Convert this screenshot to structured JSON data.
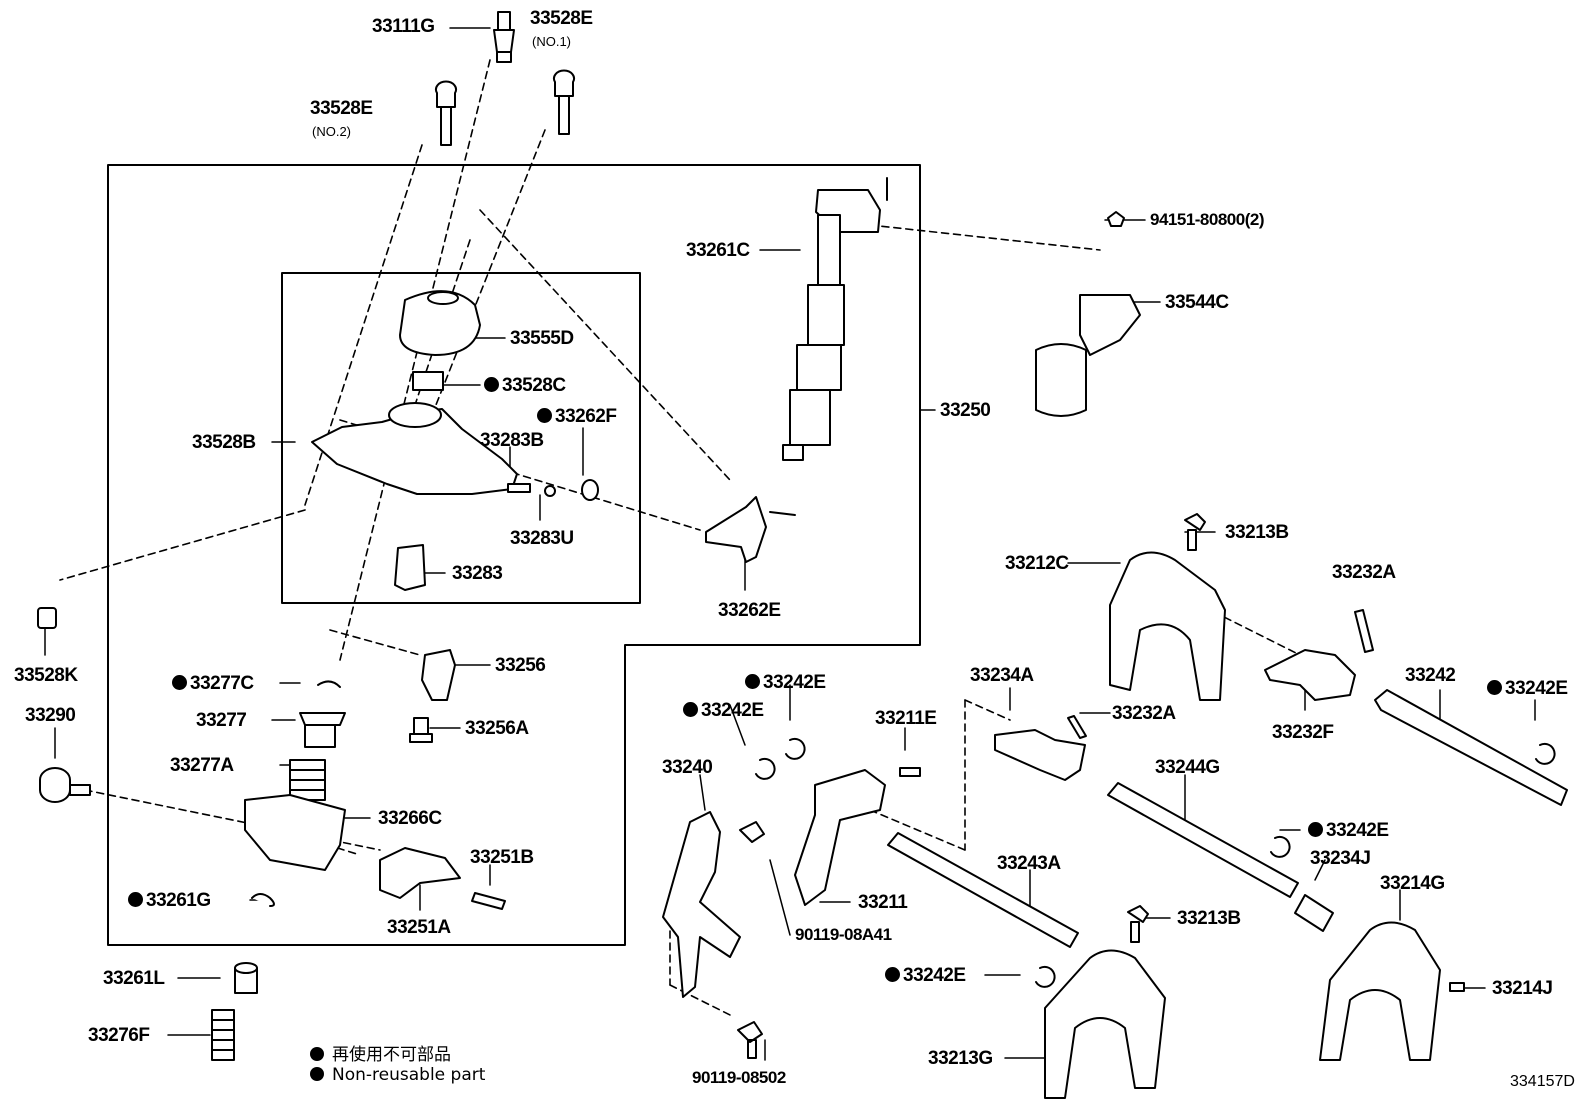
{
  "diagram_code": "334157D",
  "legend": {
    "line_ja": "再使用不可部品",
    "line_en": "Non-reusable part"
  },
  "parts": [
    {
      "id": "p33111G",
      "text": "33111G",
      "sub": "",
      "dot": false
    },
    {
      "id": "p33528E_no1",
      "text": "33528E",
      "sub": "(NO.1)",
      "dot": false
    },
    {
      "id": "p33528E_no2",
      "text": "33528E",
      "sub": "(NO.2)",
      "dot": false
    },
    {
      "id": "p94151",
      "text": "94151-80800(2)",
      "sub": "",
      "dot": false
    },
    {
      "id": "p33261C",
      "text": "33261C",
      "sub": "",
      "dot": false
    },
    {
      "id": "p33544C",
      "text": "33544C",
      "sub": "",
      "dot": false
    },
    {
      "id": "p33555D",
      "text": "33555D",
      "sub": "",
      "dot": false
    },
    {
      "id": "p33528C",
      "text": "33528C",
      "sub": "",
      "dot": true
    },
    {
      "id": "p33262F",
      "text": "33262F",
      "sub": "",
      "dot": true
    },
    {
      "id": "p33250",
      "text": "33250",
      "sub": "",
      "dot": false
    },
    {
      "id": "p33528B",
      "text": "33528B",
      "sub": "",
      "dot": false
    },
    {
      "id": "p33283B",
      "text": "33283B",
      "sub": "",
      "dot": false
    },
    {
      "id": "p33283U",
      "text": "33283U",
      "sub": "",
      "dot": false
    },
    {
      "id": "p33283",
      "text": "33283",
      "sub": "",
      "dot": false
    },
    {
      "id": "p33262E",
      "text": "33262E",
      "sub": "",
      "dot": false
    },
    {
      "id": "p33213B_top",
      "text": "33213B",
      "sub": "",
      "dot": false
    },
    {
      "id": "p33212C",
      "text": "33212C",
      "sub": "",
      "dot": false
    },
    {
      "id": "p33232A_top",
      "text": "33232A",
      "sub": "",
      "dot": false
    },
    {
      "id": "p33528K",
      "text": "33528K",
      "sub": "",
      "dot": false
    },
    {
      "id": "p33290",
      "text": "33290",
      "sub": "",
      "dot": false
    },
    {
      "id": "p33277C",
      "text": "33277C",
      "sub": "",
      "dot": true
    },
    {
      "id": "p33256",
      "text": "33256",
      "sub": "",
      "dot": false
    },
    {
      "id": "p33277",
      "text": "33277",
      "sub": "",
      "dot": false
    },
    {
      "id": "p33256A",
      "text": "33256A",
      "sub": "",
      "dot": false
    },
    {
      "id": "p33277A",
      "text": "33277A",
      "sub": "",
      "dot": false
    },
    {
      "id": "p33242E_a",
      "text": "33242E",
      "sub": "",
      "dot": true
    },
    {
      "id": "p33242E_b",
      "text": "33242E",
      "sub": "",
      "dot": true
    },
    {
      "id": "p33234A",
      "text": "33234A",
      "sub": "",
      "dot": false
    },
    {
      "id": "p33232A_mid",
      "text": "33232A",
      "sub": "",
      "dot": false
    },
    {
      "id": "p33242",
      "text": "33242",
      "sub": "",
      "dot": false
    },
    {
      "id": "p33242E_c",
      "text": "33242E",
      "sub": "",
      "dot": true
    },
    {
      "id": "p33232F",
      "text": "33232F",
      "sub": "",
      "dot": false
    },
    {
      "id": "p33211E",
      "text": "33211E",
      "sub": "",
      "dot": false
    },
    {
      "id": "p33240",
      "text": "33240",
      "sub": "",
      "dot": false
    },
    {
      "id": "p33244G",
      "text": "33244G",
      "sub": "",
      "dot": false
    },
    {
      "id": "p33266C",
      "text": "33266C",
      "sub": "",
      "dot": false
    },
    {
      "id": "p33251B",
      "text": "33251B",
      "sub": "",
      "dot": false
    },
    {
      "id": "p33242E_d",
      "text": "33242E",
      "sub": "",
      "dot": true
    },
    {
      "id": "p33234J",
      "text": "33234J",
      "sub": "",
      "dot": false
    },
    {
      "id": "p33243A",
      "text": "33243A",
      "sub": "",
      "dot": false
    },
    {
      "id": "p33214G",
      "text": "33214G",
      "sub": "",
      "dot": false
    },
    {
      "id": "p33261G",
      "text": "33261G",
      "sub": "",
      "dot": true
    },
    {
      "id": "p33211",
      "text": "33211",
      "sub": "",
      "dot": false
    },
    {
      "id": "p33251A",
      "text": "33251A",
      "sub": "",
      "dot": false
    },
    {
      "id": "p90119_08A41",
      "text": "90119-08A41",
      "sub": "",
      "dot": false
    },
    {
      "id": "p33213B_bot",
      "text": "33213B",
      "sub": "",
      "dot": false
    },
    {
      "id": "p33242E_e",
      "text": "33242E",
      "sub": "",
      "dot": true
    },
    {
      "id": "p33214J",
      "text": "33214J",
      "sub": "",
      "dot": false
    },
    {
      "id": "p33261L",
      "text": "33261L",
      "sub": "",
      "dot": false
    },
    {
      "id": "p33276F",
      "text": "33276F",
      "sub": "",
      "dot": false
    },
    {
      "id": "p33213G",
      "text": "33213G",
      "sub": "",
      "dot": false
    },
    {
      "id": "p90119_08502",
      "text": "90119-08502",
      "sub": "",
      "dot": false
    }
  ]
}
